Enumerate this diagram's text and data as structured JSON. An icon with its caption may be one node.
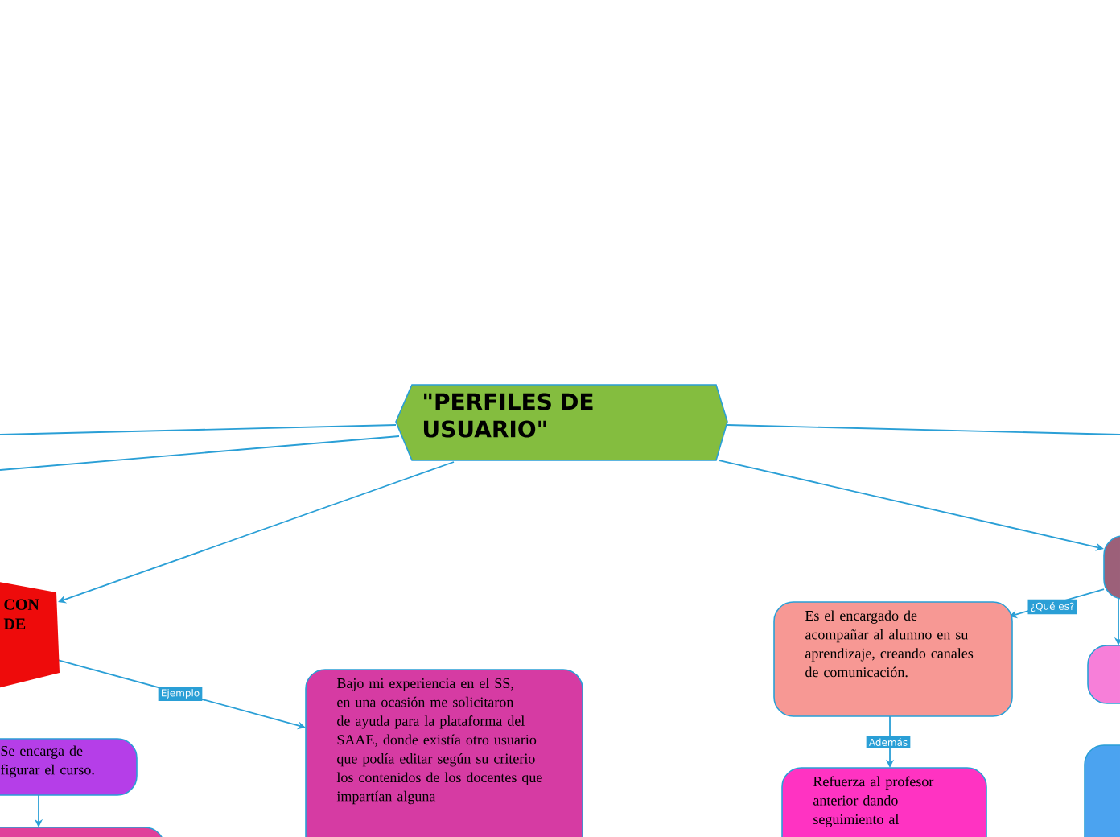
{
  "diagram": {
    "nodes": [
      {
        "text": [
          "\"PERFILES DE USUARIO\""
        ]
      },
      {
        "text": [
          "CON DE"
        ]
      },
      {
        "text": [
          "Se encarga de figurar el curso."
        ]
      },
      {
        "text": [],
        "shape": "box"
      },
      {
        "text": [
          "Bajo mi experiencia en el SS, en una ocasión me solicitaron de ayuda para la plataforma del SAAE, donde existía otro usuario que podía editar según su criterio los contenidos de los docentes que impartían alguna"
        ]
      },
      {
        "text": [],
        "shape": "box"
      },
      {
        "text": [
          "Es el encargado de acompañar al alumno en su aprendizaje, creando canales de comunicación."
        ]
      },
      {
        "text": [
          "Refuerza al profesor anterior dando seguimiento al"
        ]
      },
      {
        "text": [],
        "shape": "box"
      },
      {
        "text": [],
        "shape": "box"
      }
    ],
    "edges": [
      {
        "from": 0,
        "to": null,
        "arrow": "none"
      },
      {
        "from": 0,
        "to": null,
        "arrow": "none"
      },
      {
        "from": 0,
        "to": null,
        "arrow": "none"
      },
      {
        "from": 0,
        "to": 5,
        "arrow": "to"
      },
      {
        "from": 0,
        "to": 1,
        "arrow": "to"
      },
      {
        "from": 1,
        "to": 4,
        "arrow": "to",
        "label": "Ejemplo"
      },
      {
        "from": 2,
        "to": 3,
        "arrow": "to"
      },
      {
        "from": 5,
        "to": 6,
        "arrow": "to",
        "label": "¿Qué es?"
      },
      {
        "from": 6,
        "to": 7,
        "arrow": "to",
        "label": "Además"
      },
      {
        "from": 5,
        "to": 8,
        "arrow": "to"
      }
    ]
  }
}
